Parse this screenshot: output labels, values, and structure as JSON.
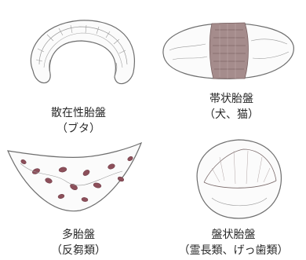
{
  "figures": [
    {
      "name": "散在性胎盤",
      "example": "（ブタ）"
    },
    {
      "name": "帯状胎盤",
      "example": "（犬、猫）"
    },
    {
      "name": "多胎盤",
      "example": "（反芻類）"
    },
    {
      "name": "盤状胎盤",
      "example": "（霊長類、げっ歯類）"
    }
  ],
  "colors": {
    "line": "#6e6e6e",
    "band": "#8a6f6f",
    "cotyledon": "#8c4f5a",
    "disc": "#7a6a6a"
  }
}
